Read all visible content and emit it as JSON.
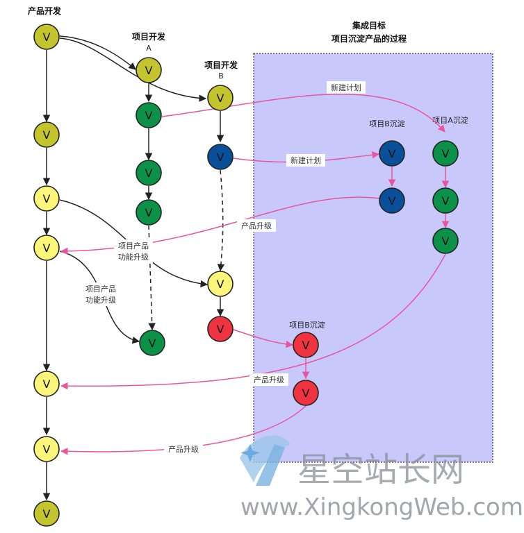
{
  "titles": {
    "product_dev": "产品开发",
    "project_a_line1": "项目开发",
    "project_a_line2": "A",
    "project_b_line1": "项目开发",
    "project_b_line2": "B",
    "integration_line1": "集成目标",
    "integration_line2": "项目沉淀产品的过程",
    "precip_b_top": "项目B沉淀",
    "precip_a_top": "项目A沉淀",
    "precip_b_bottom": "项目B沉淀"
  },
  "edge_labels": {
    "new_plan_a": "新建计划",
    "new_plan_b": "新建计划",
    "product_upgrade_1": "产品升级",
    "project_upgrade_1_line1": "项目产品",
    "project_upgrade_1_line2": "功能升级",
    "project_upgrade_2_line1": "项目产品",
    "project_upgrade_2_line2": "功能升级",
    "product_upgrade_2": "产品升级",
    "product_upgrade_3": "产品升级"
  },
  "node_glyph": "V",
  "colors": {
    "olive": "#c4c42e",
    "yellow": "#fbf67a",
    "green": "#0c9248",
    "blue": "#0a4f9a",
    "red": "#ef3340",
    "pink": "#e8559f",
    "region_fill": "#c9c8fb",
    "region_border": "#333333",
    "edge_dark": "#222222"
  },
  "watermark": {
    "brand": "星空站长网",
    "url": "www.XingkongWeb.com"
  }
}
